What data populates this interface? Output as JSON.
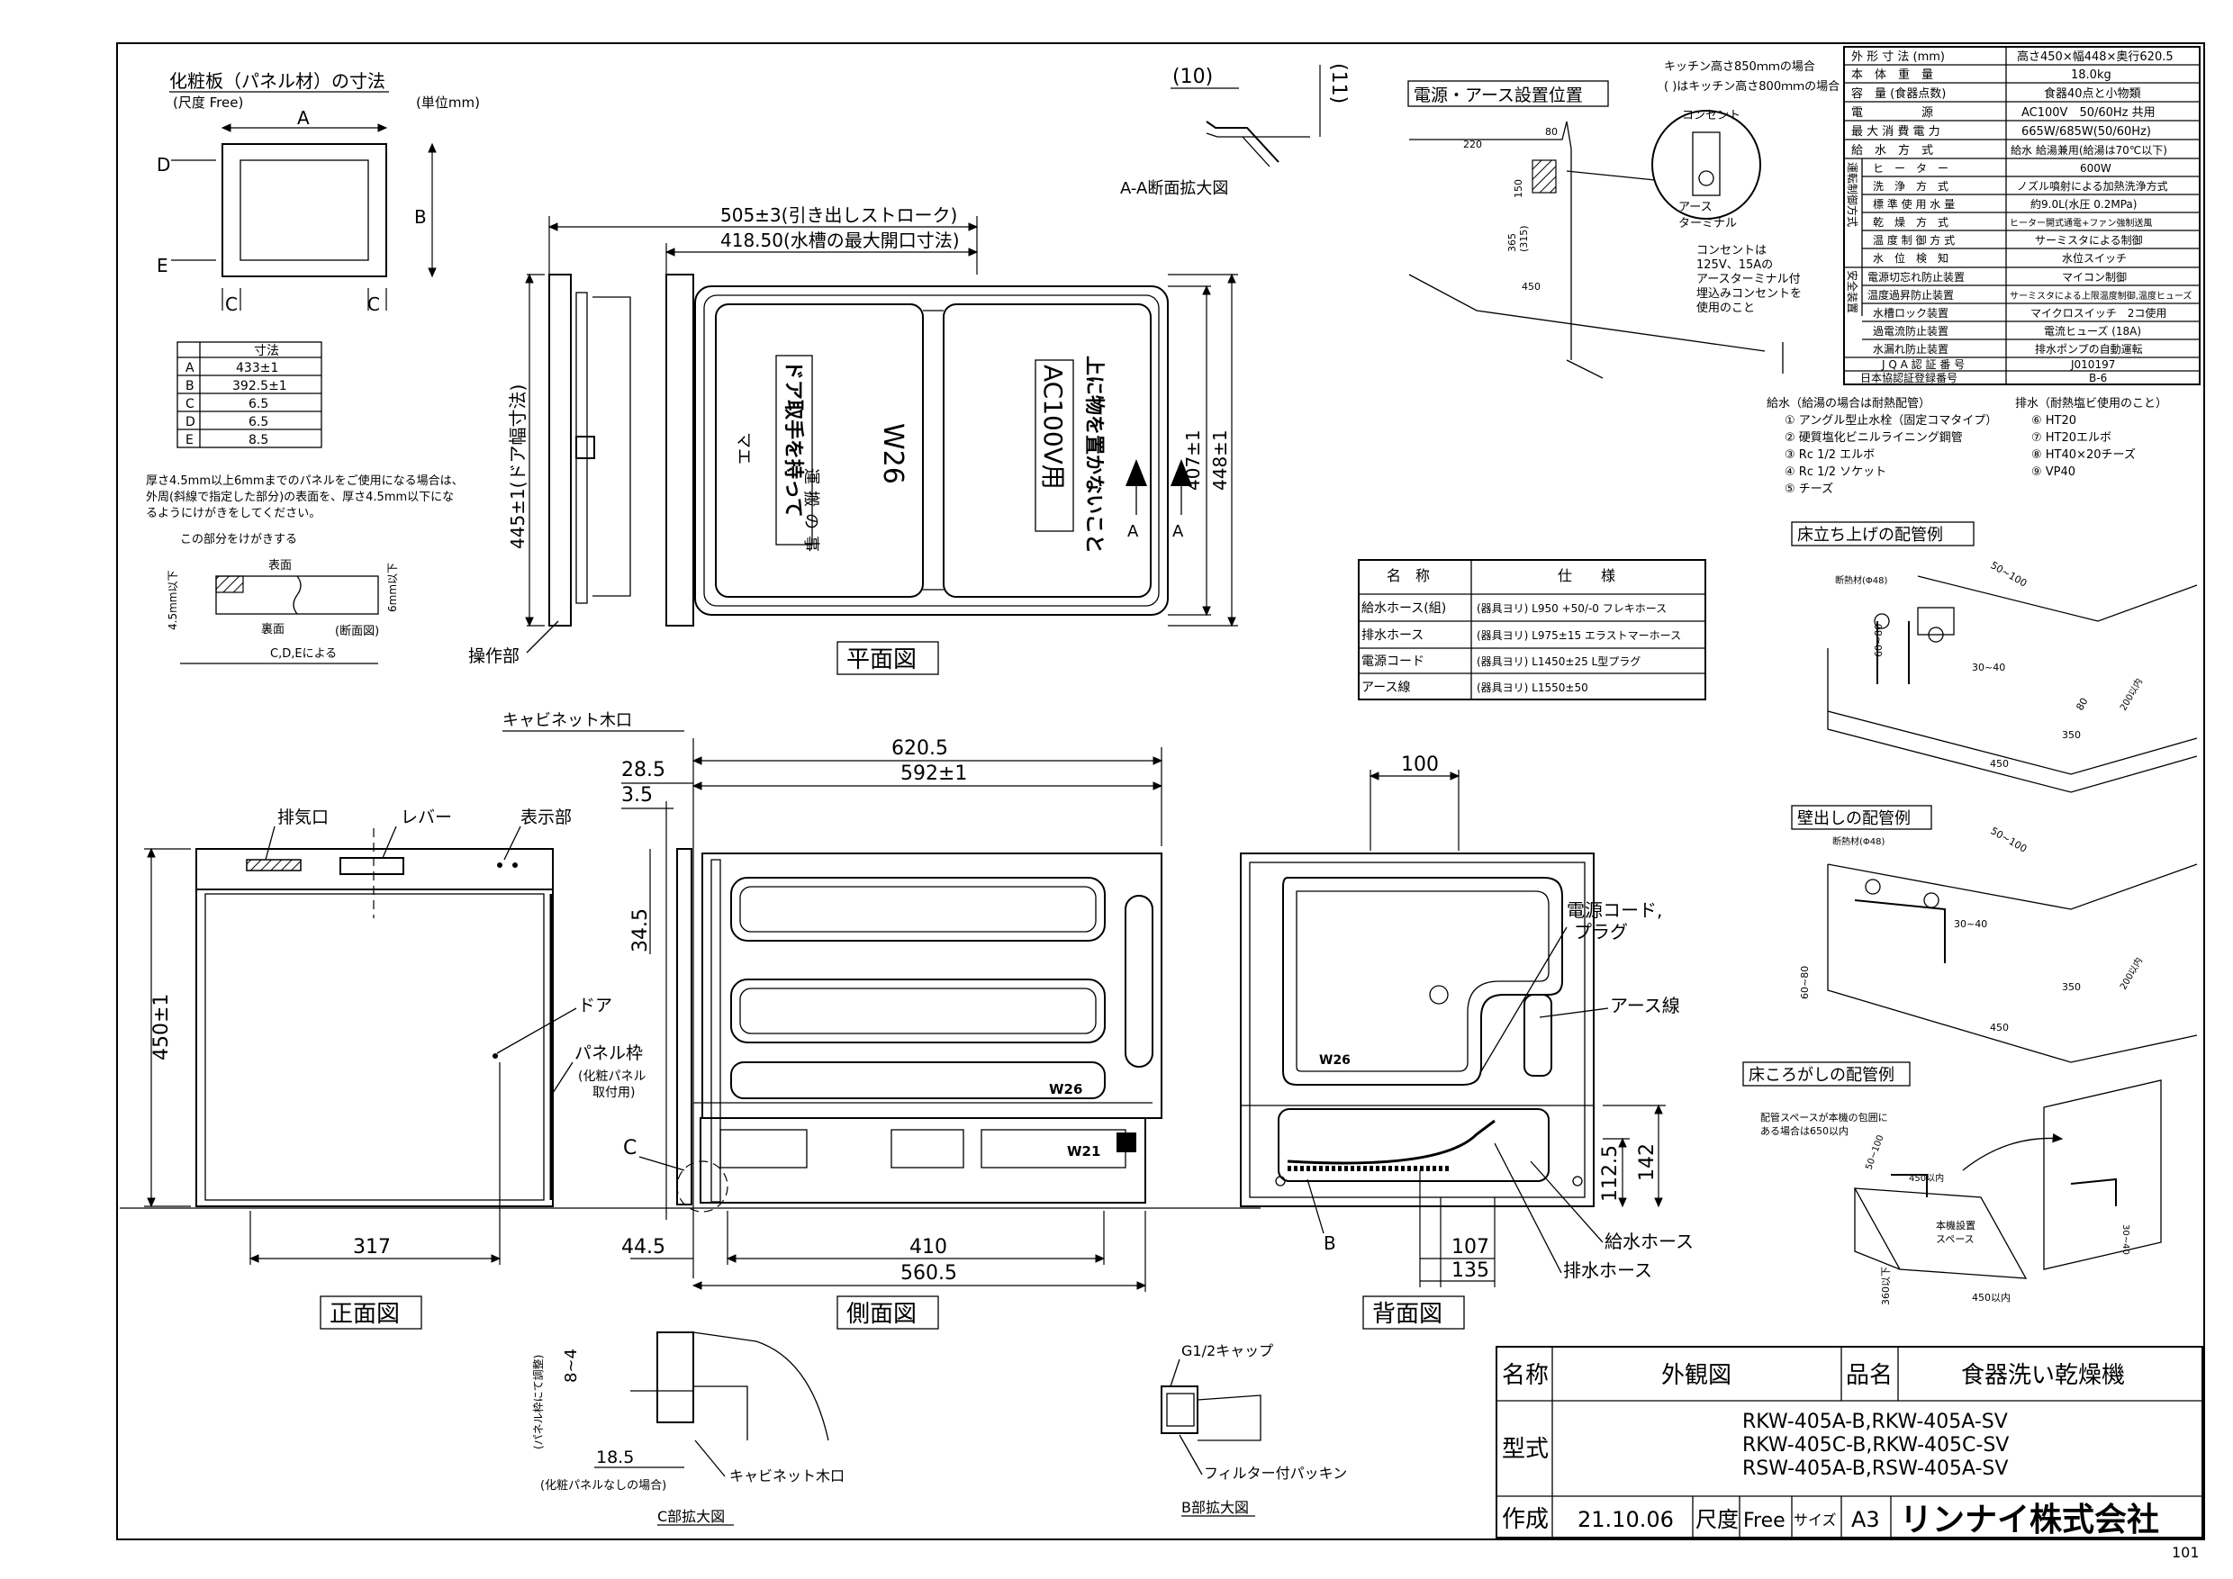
{
  "panel": {
    "title": "化粧板（パネル材）の寸法",
    "scale": "(尺度 Free)",
    "unit": "(単位mm)",
    "letters": {
      "a": "A",
      "b": "B",
      "c": "C",
      "d": "D",
      "e": "E"
    },
    "table_header": "寸法",
    "rows": [
      {
        "k": "A",
        "v": "433±1"
      },
      {
        "k": "B",
        "v": "392.5±1"
      },
      {
        "k": "C",
        "v": "6.5"
      },
      {
        "k": "D",
        "v": "6.5"
      },
      {
        "k": "E",
        "v": "8.5"
      }
    ],
    "note": [
      "厚さ4.5mm以上6mmまでのパネルをご使用になる場合は、",
      "外周(斜線で指定した部分)の表面を、厚さ4.5mm以下にな",
      "るようにけがきをしてください。"
    ],
    "section": {
      "label_cut": "この部分をけがきする",
      "surface": "表面",
      "back": "裏面",
      "section_view": "(断面図)",
      "under45": "4.5mm以下",
      "under6": "6mm以下",
      "cde": "C,D,Eによる"
    }
  },
  "aa": {
    "d10": "(10)",
    "d11": "(11)",
    "label": "A-A断面拡大図"
  },
  "plan": {
    "dim_stroke": "505±3(引き出しストローク)",
    "dim_open": "418.50(水槽の最大開口寸法)",
    "dim_door": "445±1(ドア幅寸法)",
    "dim_407": "407±1",
    "dim_448": "448±1",
    "sticker_a": "ドア取手を持って",
    "sticker_a2": "運",
    "sticker_a3": "搬",
    "sticker_a4": "の",
    "sticker_a5": "事",
    "model_mark": "W26",
    "ac_label": "AC100V用",
    "ac_warn": "上に物を置かないこと",
    "small_mark": "マエ",
    "sec_a": "A",
    "ops_label": "操作部",
    "title": "平面図",
    "cabinet": "キャビネット木口"
  },
  "front": {
    "exhaust": "排気口",
    "lever": "レバー",
    "display": "表示部",
    "door": "ドア",
    "panel_frame": "パネル枠",
    "panel_frame_sub1": "(化粧パネル",
    "panel_frame_sub2": "取付用)",
    "d450": "450±1",
    "d317": "317",
    "title": "正面図"
  },
  "side": {
    "d620": "620.5",
    "d592": "592±1",
    "d285": "28.5",
    "d35": "3.5",
    "d345": "34.5",
    "d445": "44.5",
    "d410": "410",
    "d560": "560.5",
    "c_label": "C",
    "w26": "W26",
    "w21": "W21",
    "title": "側面図"
  },
  "back": {
    "d100": "100",
    "d1125": "112.5",
    "d142": "142",
    "d107": "107",
    "d135": "135",
    "b_label": "B",
    "w26": "W26",
    "cord": "電源コード,",
    "plug": "プラグ",
    "earth": "アース線",
    "supply_hose": "給水ホース",
    "drain_hose": "排水ホース",
    "title": "背面図"
  },
  "power": {
    "title": "電源・アース設置位置",
    "note_850": "キッチン高さ850ｍｍの場合",
    "note_800": "(  )はキッチン高さ800ｍｍの場合",
    "outlet": "コンセント",
    "earth_terminal1": "アース",
    "earth_terminal2": "ターミナル",
    "outlet_note": [
      "コンセントは",
      "125V、15Aの",
      "アースターミナル付",
      "埋込みコンセントを",
      "使用のこと"
    ],
    "d220": "220",
    "d80": "80",
    "d150": "150",
    "d365": "365",
    "d315": "(315)",
    "d450": "450"
  },
  "spec": {
    "rows": [
      {
        "k": "外 形 寸 法 (mm)",
        "v": "高さ450×幅448×奥行620.5"
      },
      {
        "k": "本　体　重　量",
        "v": "18.0kg"
      },
      {
        "k": "容　量 (食器点数)",
        "v": "食器40点と小物類"
      },
      {
        "k": "電　　　　　源",
        "v": "AC100V　50/60Hz 共用"
      },
      {
        "k": "最 大 消 費 電 力",
        "v": "665W/685W(50/60Hz)"
      },
      {
        "k": "給　水　方　式",
        "v": "給水 給湯兼用(給湯は70℃以下)"
      }
    ],
    "group1": "運転制御方式",
    "rows1": [
      {
        "k": "ヒ　ー　タ　ー",
        "v": "600W"
      },
      {
        "k": "洗　浄　方　式",
        "v": "ノズル噴射による加熱洗浄方式"
      },
      {
        "k": "標 準 使 用 水 量",
        "v": "約9.0L(水圧 0.2MPa)"
      },
      {
        "k": "乾　燥　方　式",
        "v": "ヒーター開式通電+ファン強制送風"
      },
      {
        "k": "温 度 制 御 方 式",
        "v": "サーミスタによる制御"
      },
      {
        "k": "水　位　検　知",
        "v": "水位スイッチ"
      }
    ],
    "group2": "安全装置",
    "rows2": [
      {
        "k": "電源切忘れ防止装置",
        "v": "マイコン制御"
      },
      {
        "k": "温度過昇防止装置",
        "v": "サーミスタによる上限温度制御,温度ヒューズ"
      },
      {
        "k": "水槽ロック装置",
        "v": "マイクロスイッチ　2コ使用"
      },
      {
        "k": "過電流防止装置",
        "v": "電流ヒューズ (18A)"
      },
      {
        "k": "水漏れ防止装置",
        "v": "排水ポンプの自動運転"
      }
    ],
    "rows3": [
      {
        "k": "J Q A 認 証 番 号",
        "v": "J010197"
      },
      {
        "k": "日本協認証登録番号",
        "v": "B-6"
      }
    ]
  },
  "parts": {
    "supply_title": "給水（給湯の場合は耐熱配管）",
    "supply": [
      "① アングル型止水栓（固定コマタイプ）",
      "② 硬質塩化ビニルライニング鋼管",
      "③ Rc 1/2 エルボ",
      "④ Rc 1/2 ソケット",
      "⑤ チーズ"
    ],
    "drain_title": "排水（耐熱塩ビ使用のこと）",
    "drain": [
      "⑥ HT20",
      "⑦ HT20エルボ",
      "⑧ HT40×20チーズ",
      "⑨ VP40"
    ]
  },
  "accessory": {
    "h1": "名　称",
    "h2": "仕　　様",
    "rows": [
      {
        "k": "給水ホース(組)",
        "v": "(器具ヨリ) L950 +50/-0 フレキホース"
      },
      {
        "k": "排水ホース",
        "v": "(器具ヨリ) L975±15 エラストマーホース"
      },
      {
        "k": "電源コード",
        "v": "(器具ヨリ) L1450±25 L型プラグ"
      },
      {
        "k": "アース線",
        "v": "(器具ヨリ) L1550±50"
      }
    ]
  },
  "piping": {
    "floor_up": "床立ち上げの配管例",
    "wall": "壁出しの配管例",
    "floor_roll": "床ころがしの配管例",
    "insul": "断熱材(Φ48)",
    "d350": "350",
    "d450": "450",
    "d6080": "60~80",
    "d50100": "50~100",
    "d3040": "30~40",
    "d80": "80",
    "d200": "200以内",
    "space_note1": "配管スペースが本機の包囲に",
    "space_note2": "ある場合は650以内",
    "d450in": "450以内",
    "install_space1": "本機設置",
    "install_space2": "スペース",
    "d360": "360以下"
  },
  "details": {
    "c_adjust": "(パネル枠にて調整)",
    "c_84": "8~4",
    "c_185": "18.5",
    "c_cabinet": "キャビネット木口",
    "c_note": "(化粧パネルなしの場合)",
    "c_title": "C部拡大図",
    "b_cap": "G1/2キャップ",
    "b_packing": "フィルター付パッキン",
    "b_title": "B部拡大図"
  },
  "titleblock": {
    "name_k": "名称",
    "name_v": "外観図",
    "prod_k": "品名",
    "prod_v": "食器洗い乾燥機",
    "model_k": "型式",
    "models": [
      "RKW-405A-B,RKW-405A-SV",
      "RKW-405C-B,RKW-405C-SV",
      "RSW-405A-B,RSW-405A-SV"
    ],
    "made_k": "作成",
    "made_v": "21.10.06",
    "scale_k": "尺度",
    "scale_v": "Free",
    "size_k": "サイズ",
    "size_v": "A3",
    "company": "リンナイ株式会社"
  },
  "page_no": "101"
}
